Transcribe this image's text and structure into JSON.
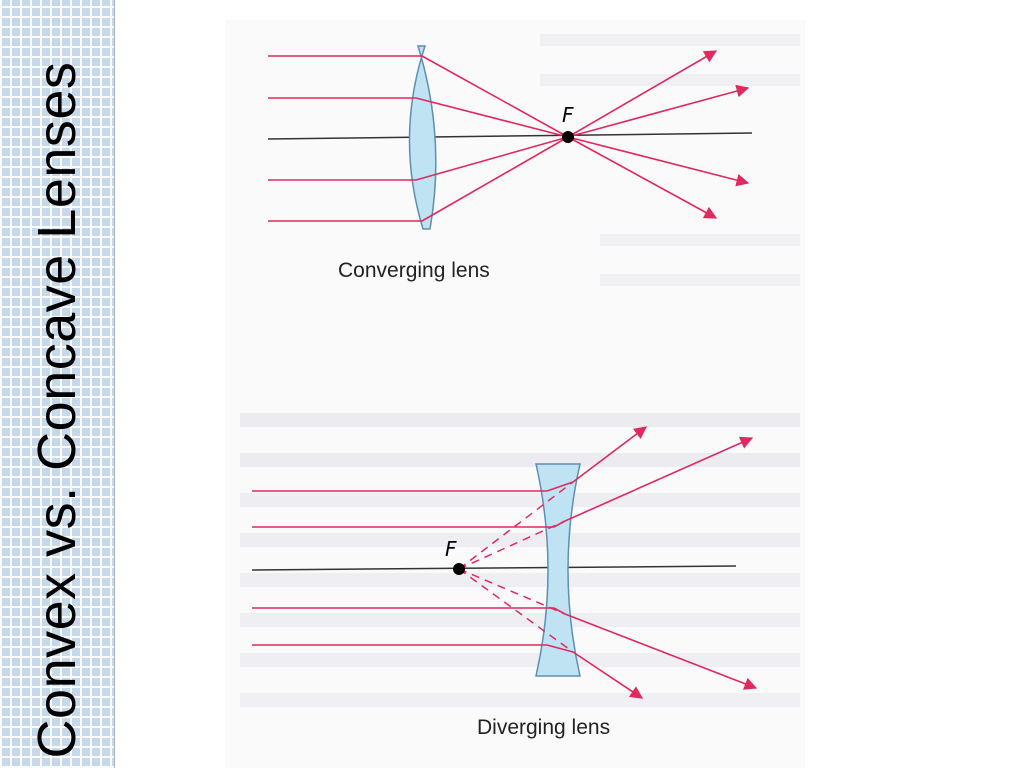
{
  "slide": {
    "title": "Convex vs. Concave Lenses"
  },
  "figures": {
    "converging": {
      "caption": "Converging lens",
      "focal_label": "F"
    },
    "diverging": {
      "caption": "Diverging lens",
      "focal_label": "F"
    }
  },
  "colors": {
    "ray": "#e0295f",
    "lens_fill": "#bfe3f2",
    "lens_stroke": "#5e8fb0",
    "axis": "#333333",
    "band": "#c7d9e8"
  }
}
